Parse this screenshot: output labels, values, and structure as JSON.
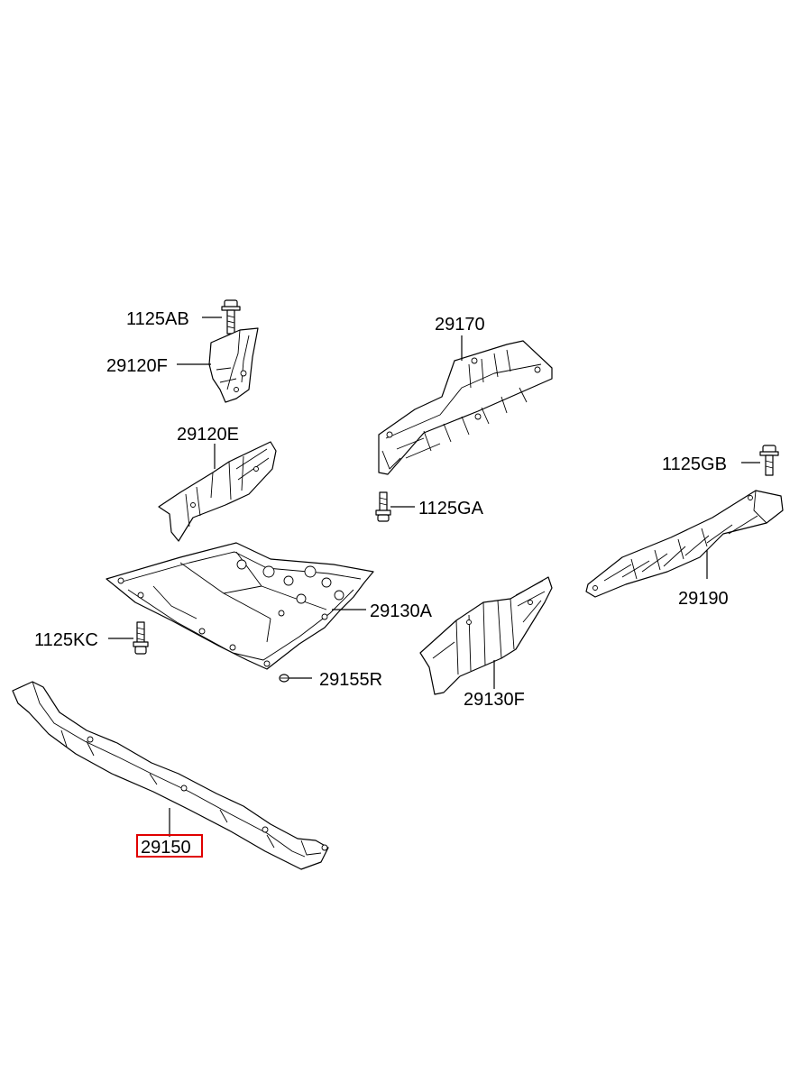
{
  "highlight_color": "#e00000",
  "highlighted_part": "29150",
  "callouts": {
    "c1125ab": "1125AB",
    "c29120f": "29120F",
    "c29170": "29170",
    "c29120e": "29120E",
    "c1125gb": "1125GB",
    "c1125ga": "1125GA",
    "c29190": "29190",
    "c29130a": "29130A",
    "c1125kc": "1125KC",
    "c29155r": "29155R",
    "c29130f": "29130F",
    "c29150": "29150"
  }
}
